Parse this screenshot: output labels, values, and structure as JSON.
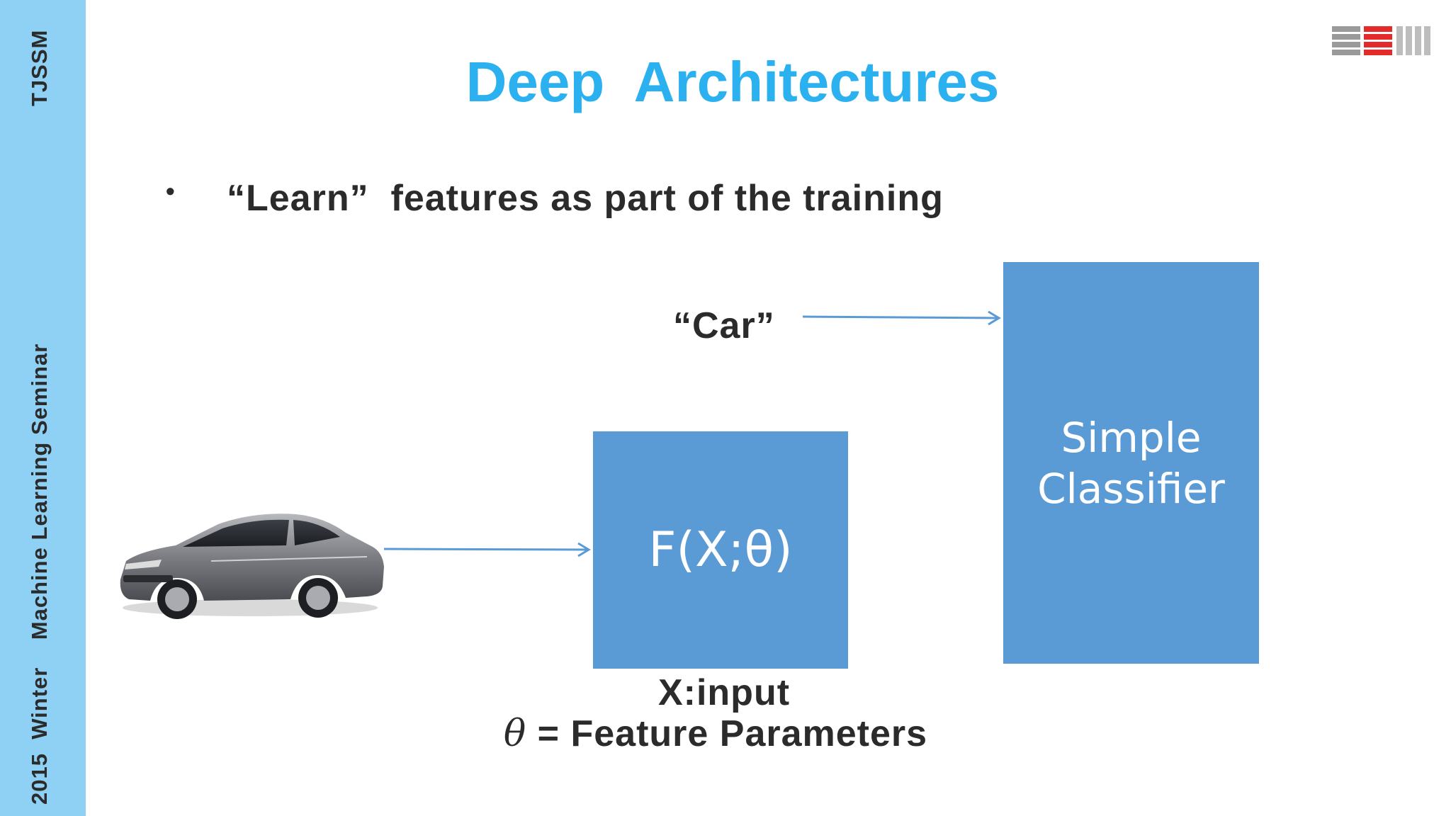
{
  "sidebar": {
    "top_text": "TJSSM",
    "bottom_text": "2015  Winter    Machine Learning Seminar"
  },
  "title": "Deep  Architectures",
  "bullet": {
    "marker": "•",
    "text": "“Learn”  features as part of the training"
  },
  "diagram": {
    "label_car": "“Car”",
    "feature_box": "F(X;θ)",
    "classifier_box": {
      "line1": "Simple",
      "line2": "Classifier"
    },
    "caption_input": "X:input",
    "caption_theta_symbol": "θ",
    "caption_theta_text": " = Feature Parameters"
  },
  "colors": {
    "sidebar": "#8fd0f5",
    "title": "#2bb1f0",
    "box": "#5b9bd5",
    "arrow": "#5b9bd5",
    "text": "#2b2b2b"
  }
}
